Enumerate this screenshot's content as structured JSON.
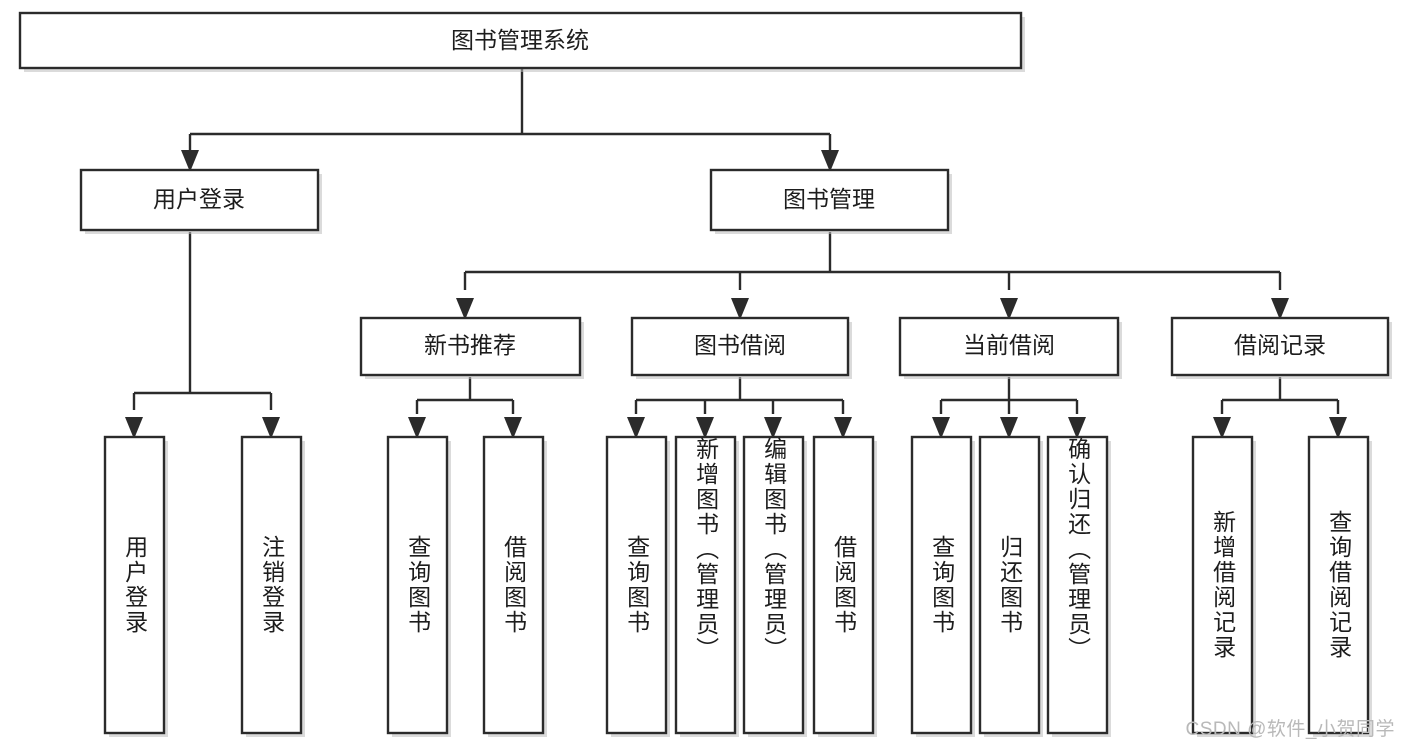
{
  "diagram": {
    "type": "tree",
    "title": "图书管理系统",
    "orientation": "top-down",
    "colors": {
      "node_fill": "#ffffff",
      "node_stroke": "#2b2b2b",
      "text": "#1d1d1d",
      "background": "#ffffff",
      "watermark": "#b9b9b9"
    },
    "root": {
      "id": "root",
      "label": "图书管理系统"
    },
    "level2": [
      {
        "id": "user-login",
        "label": "用户登录"
      },
      {
        "id": "book-manage",
        "label": "图书管理"
      }
    ],
    "level3": [
      {
        "id": "new-book-recommend",
        "label": "新书推荐",
        "parent": "book-manage"
      },
      {
        "id": "book-borrow",
        "label": "图书借阅",
        "parent": "book-manage"
      },
      {
        "id": "current-borrow",
        "label": "当前借阅",
        "parent": "book-manage"
      },
      {
        "id": "borrow-record",
        "label": "借阅记录",
        "parent": "book-manage"
      }
    ],
    "leaves": {
      "user-login": [
        {
          "id": "leaf-user-login",
          "label": "用户登录"
        },
        {
          "id": "leaf-logout",
          "label": "注销登录"
        }
      ],
      "new-book-recommend": [
        {
          "id": "leaf-query-book-1",
          "label": "查询图书"
        },
        {
          "id": "leaf-borrow-book-1",
          "label": "借阅图书"
        }
      ],
      "book-borrow": [
        {
          "id": "leaf-query-book-2",
          "label": "查询图书"
        },
        {
          "id": "leaf-add-book",
          "label": "新增图书（管理员）"
        },
        {
          "id": "leaf-edit-book",
          "label": "编辑图书（管理员）"
        },
        {
          "id": "leaf-borrow-book-2",
          "label": "借阅图书"
        }
      ],
      "current-borrow": [
        {
          "id": "leaf-query-book-3",
          "label": "查询图书"
        },
        {
          "id": "leaf-return-book",
          "label": "归还图书"
        },
        {
          "id": "leaf-confirm-return",
          "label": "确认归还（管理员）"
        }
      ],
      "borrow-record": [
        {
          "id": "leaf-add-record",
          "label": "新增借阅记录"
        },
        {
          "id": "leaf-query-record",
          "label": "查询借阅记录"
        }
      ]
    }
  },
  "watermark": {
    "text": "CSDN @软件_小贺同学"
  }
}
